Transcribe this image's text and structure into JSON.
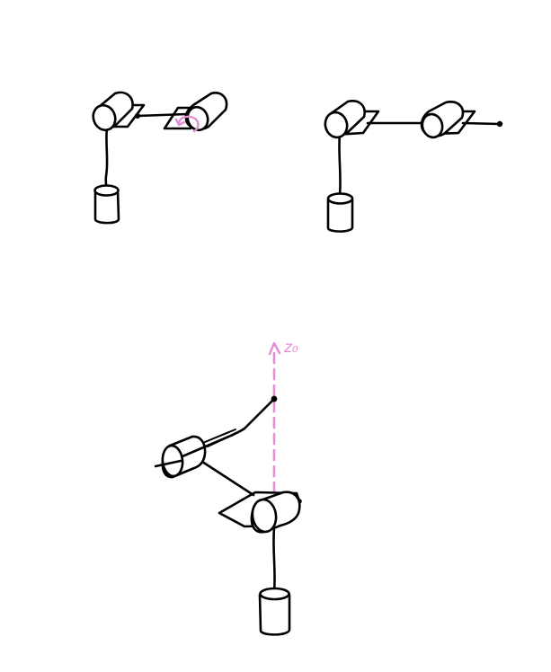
{
  "figure": {
    "description_free": true,
    "ink_color": "#000000",
    "accent_color": "#e28fd4",
    "background_color": "#ffffff"
  },
  "sketches": [
    {
      "id": "arm-sketch-1",
      "annotation": "rotation-arrow-icon"
    },
    {
      "id": "arm-sketch-2"
    },
    {
      "id": "arm-sketch-3",
      "axis_label": "z₀"
    }
  ]
}
